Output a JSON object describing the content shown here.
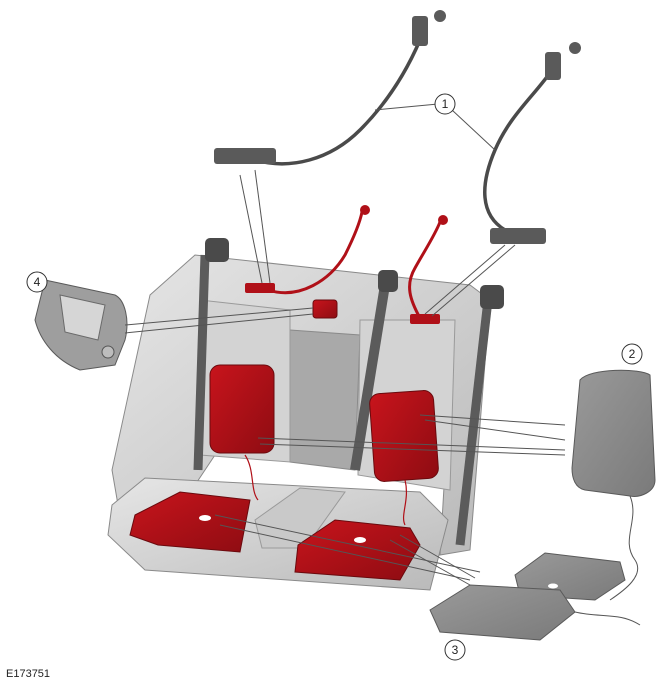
{
  "figure_id": "E173751",
  "callouts": [
    {
      "number": "1"
    },
    {
      "number": "2"
    },
    {
      "number": "3"
    },
    {
      "number": "4"
    }
  ],
  "colors": {
    "heater_red": "#b01018",
    "trim_grey": "#cfcfcf",
    "frame_dark": "#6e6e6e",
    "leader_line": "#555555"
  }
}
